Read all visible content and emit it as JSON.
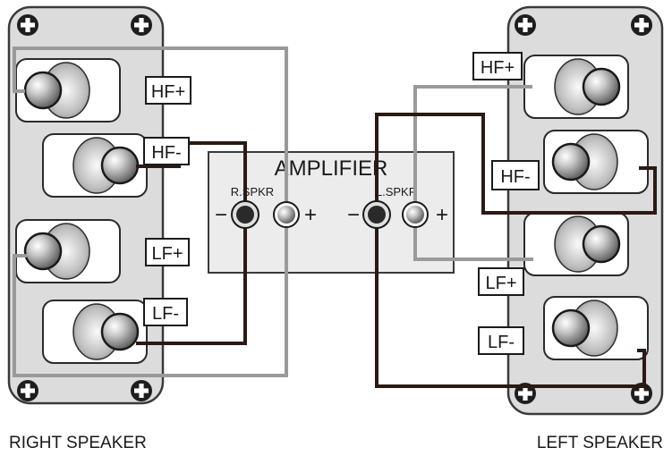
{
  "amplifier": {
    "title": "AMPLIFIER",
    "right_output": "R.SPKR",
    "left_output": "L.SPKR",
    "minus": "−",
    "plus": "+"
  },
  "right_speaker": {
    "caption": "RIGHT SPEAKER",
    "terminals": {
      "hf_plus": "HF+",
      "hf_minus": "HF-",
      "lf_plus": "LF+",
      "lf_minus": "LF-"
    }
  },
  "left_speaker": {
    "caption": "LEFT SPEAKER",
    "terminals": {
      "hf_plus": "HF+",
      "hf_minus": "HF-",
      "lf_plus": "LF+",
      "lf_minus": "LF-"
    }
  },
  "colors": {
    "panel": "#dcdcdc",
    "panel_stroke": "#3a3a3a",
    "wire_positive": "#9a9a9a",
    "wire_negative": "#2b1a14",
    "amp_body": "#ececec"
  }
}
